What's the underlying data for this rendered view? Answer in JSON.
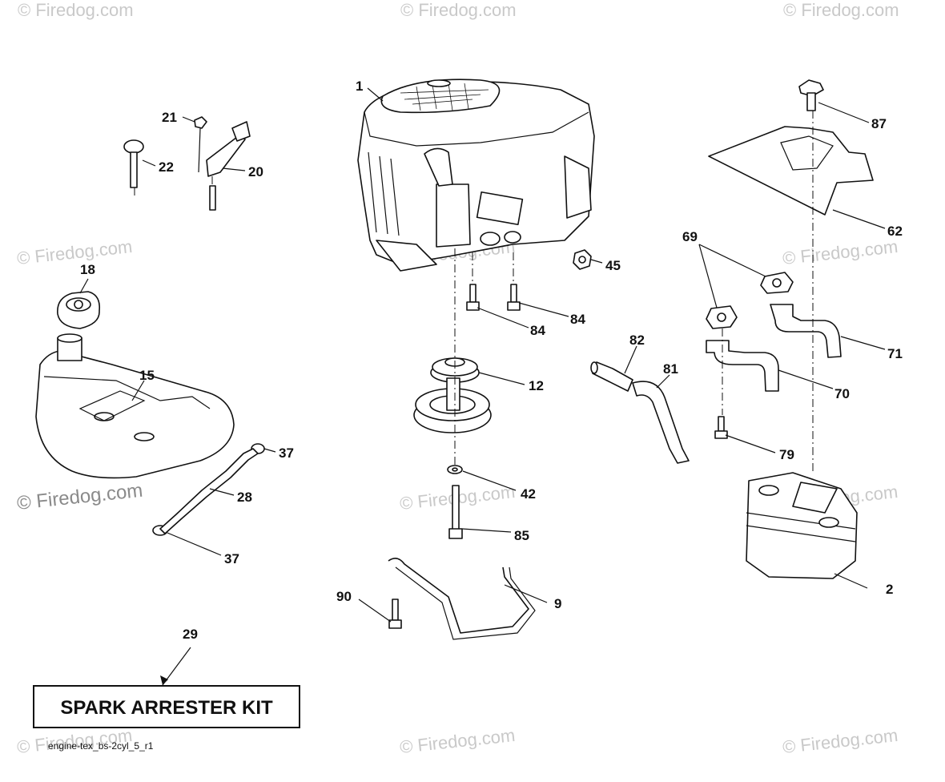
{
  "diagram": {
    "kit_label": "SPARK ARRESTER KIT",
    "reference_code": "engine-tex_bs-2cyl_5_r1",
    "watermark_text": "© Firedog.com",
    "callouts": [
      {
        "id": "c1",
        "label": "1"
      },
      {
        "id": "c2",
        "label": "2"
      },
      {
        "id": "c9",
        "label": "9"
      },
      {
        "id": "c12",
        "label": "12"
      },
      {
        "id": "c15",
        "label": "15"
      },
      {
        "id": "c18",
        "label": "18"
      },
      {
        "id": "c20",
        "label": "20"
      },
      {
        "id": "c21",
        "label": "21"
      },
      {
        "id": "c22",
        "label": "22"
      },
      {
        "id": "c28",
        "label": "28"
      },
      {
        "id": "c29",
        "label": "29"
      },
      {
        "id": "c37a",
        "label": "37"
      },
      {
        "id": "c37b",
        "label": "37"
      },
      {
        "id": "c42",
        "label": "42"
      },
      {
        "id": "c45",
        "label": "45"
      },
      {
        "id": "c62",
        "label": "62"
      },
      {
        "id": "c69",
        "label": "69"
      },
      {
        "id": "c70",
        "label": "70"
      },
      {
        "id": "c71",
        "label": "71"
      },
      {
        "id": "c79",
        "label": "79"
      },
      {
        "id": "c81",
        "label": "81"
      },
      {
        "id": "c82",
        "label": "82"
      },
      {
        "id": "c84a",
        "label": "84"
      },
      {
        "id": "c84b",
        "label": "84"
      },
      {
        "id": "c85",
        "label": "85"
      },
      {
        "id": "c87",
        "label": "87"
      },
      {
        "id": "c90",
        "label": "90"
      }
    ]
  }
}
